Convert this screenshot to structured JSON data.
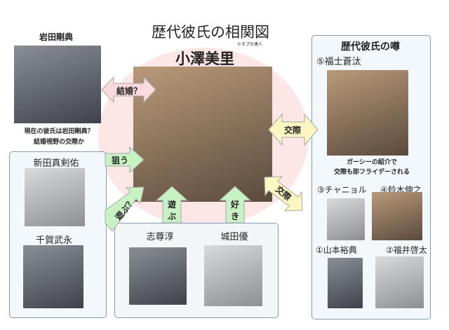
{
  "title": "歴代彼氏の相関図",
  "credit": "©モブの達人",
  "center": {
    "name": "小澤美里"
  },
  "iwata": {
    "name": "岩田剛典",
    "caption_line1": "現在の彼氏は岩田剛典？",
    "caption_line2": "結婚視野の交際か"
  },
  "left_box": {
    "person1": "新田真剣佑",
    "person2": "千賀武永"
  },
  "bottom_box": {
    "person1": "志尊淳",
    "person2": "城田優"
  },
  "right_box": {
    "title": "歴代彼氏の噂",
    "top_person": "⑤福士蒼汰",
    "caption_line1": "ガーシーの紹介で",
    "caption_line2": "交際も即フライデーされる",
    "p3": "③チャニョル",
    "p4": "④鈴木伸之",
    "p1": "①山本裕典",
    "p2": "②福井啓太"
  },
  "arrows": {
    "marriage": "結婚？",
    "dating1": "交際",
    "dating2": "交際",
    "target": "狙う",
    "play_q": "遊ぶ？",
    "play_1": "遊",
    "play_2": "ぶ",
    "like_1": "好",
    "like_2": "き"
  },
  "colors": {
    "circle": "#fde6e6",
    "pink_arrow": "#fbd9dc",
    "yellow_arrow": "#fcf6c2",
    "green_arrow": "#c9f2c4",
    "box_border": "#7f9bb8"
  }
}
